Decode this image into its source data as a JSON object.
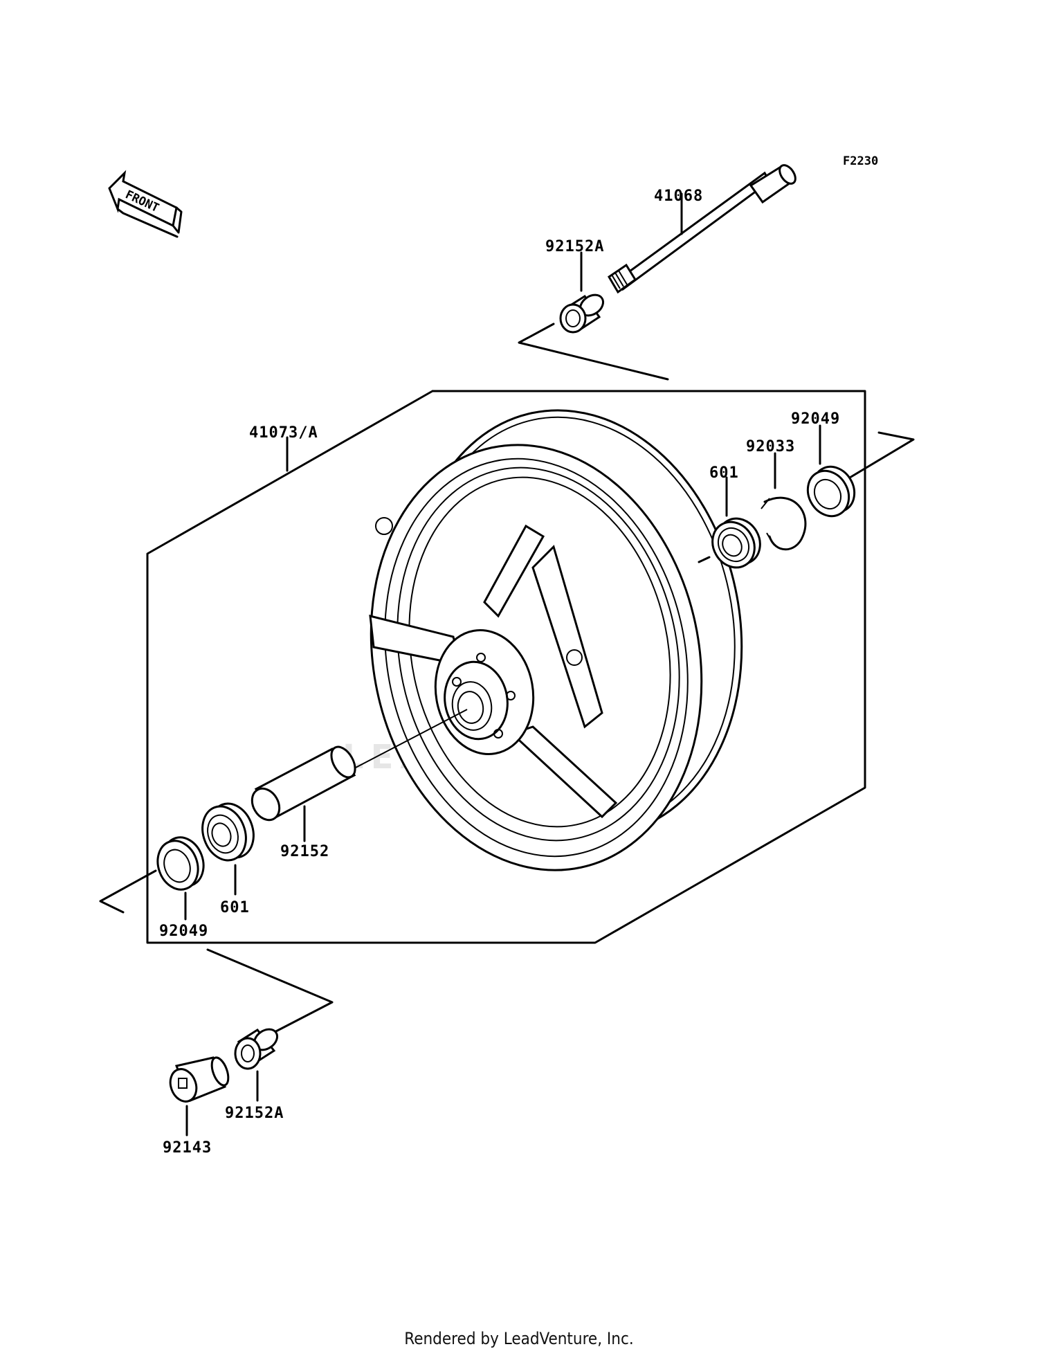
{
  "figure_id": "F2230",
  "front_arrow_text": "FRONT",
  "parts": {
    "axle": "41068",
    "collar_upper": "92152A",
    "wheel": "41073/A",
    "oil_seal_right": "92049",
    "circlip": "92033",
    "bearing_right": "601",
    "spacer": "92152",
    "bearing_left": "601",
    "oil_seal_left": "92049",
    "collar_lower": "92152A",
    "plug": "92143"
  },
  "watermark": "LEADVENTURE",
  "footer": "Rendered by LeadVenture, Inc."
}
